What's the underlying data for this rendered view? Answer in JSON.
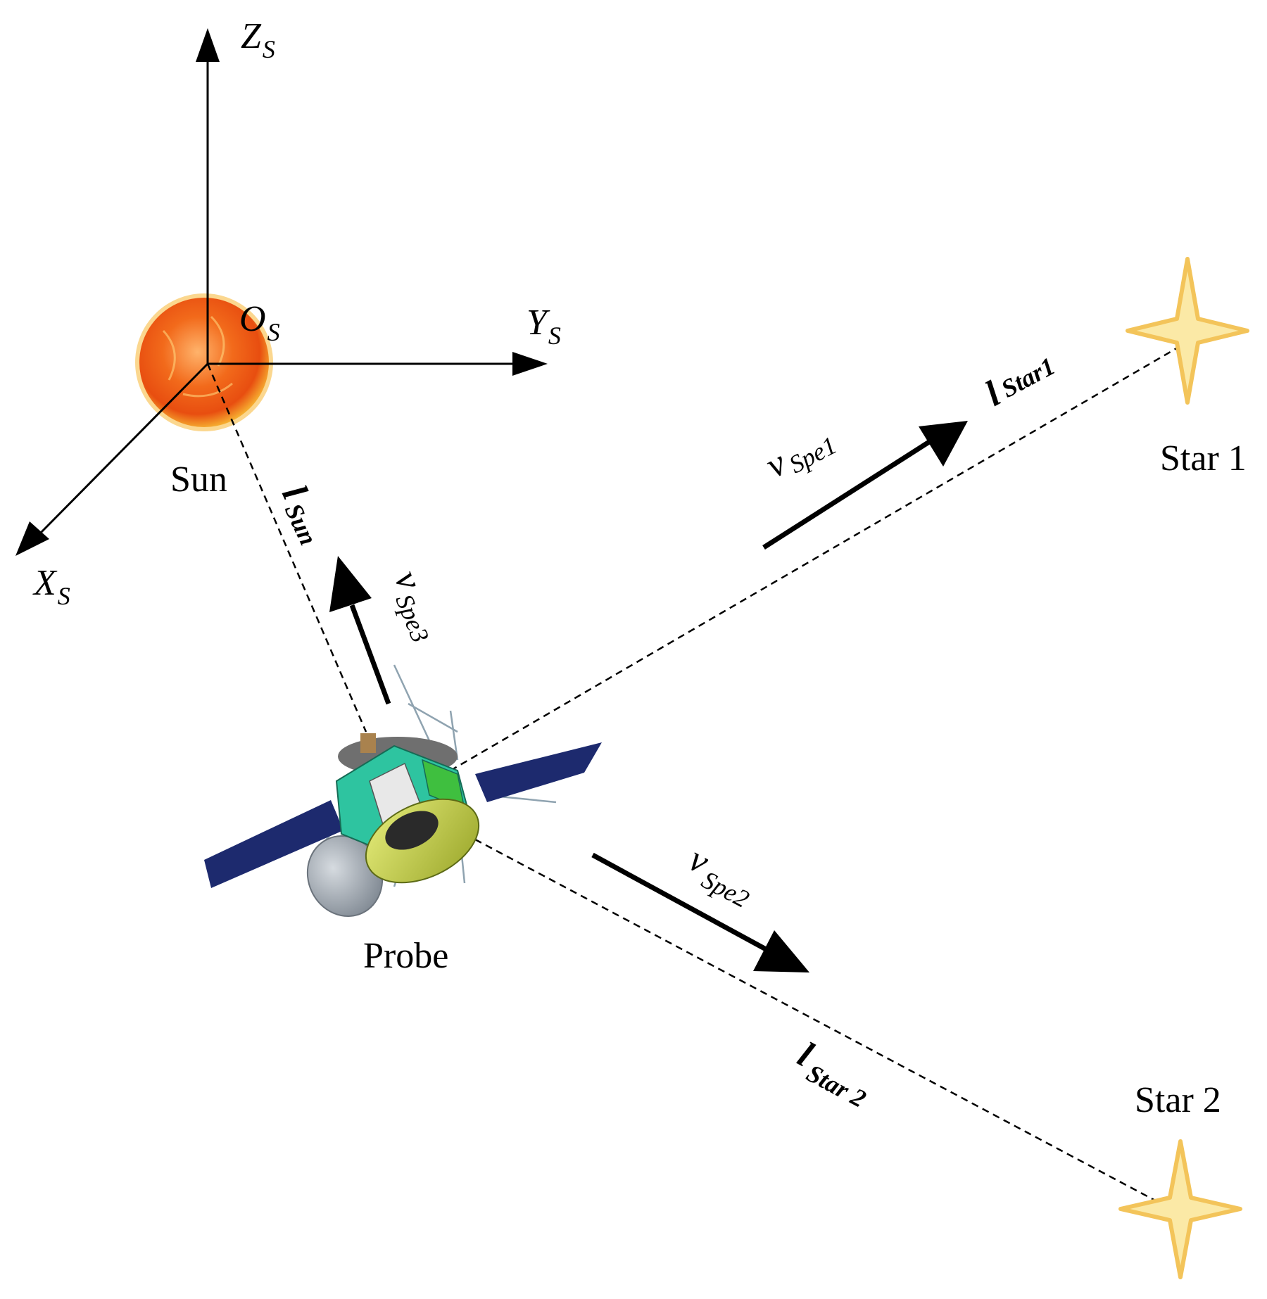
{
  "axes": {
    "z": {
      "letter": "Z",
      "sub": "S"
    },
    "y": {
      "letter": "Y",
      "sub": "S"
    },
    "x": {
      "letter": "X",
      "sub": "S"
    },
    "origin": {
      "letter": "O",
      "sub": "S"
    }
  },
  "labels": {
    "sun": "Sun",
    "probe": "Probe",
    "star1": "Star 1",
    "star2": "Star 2"
  },
  "vectors": {
    "l_sun": {
      "main": "l",
      "sub": "Sun"
    },
    "l_star1": {
      "main": "l",
      "sub": "Star1"
    },
    "l_star2": {
      "main": "l",
      "sub": "Star 2"
    },
    "v_spe1": {
      "main": "v",
      "sub": "Spe1"
    },
    "v_spe2": {
      "main": "v",
      "sub": "Spe2"
    },
    "v_spe3": {
      "main": "v",
      "sub": "Spe3"
    }
  },
  "colors": {
    "sun_core": "#f26a1b",
    "sun_rim": "#f7b733",
    "star_fill": "#fbe9a6",
    "star_stroke": "#f3c45a",
    "panel": "#1d2a6e",
    "body_green": "#2ec4a0",
    "nozzle": "#c8d44a",
    "dish": "#9aa3ad"
  }
}
